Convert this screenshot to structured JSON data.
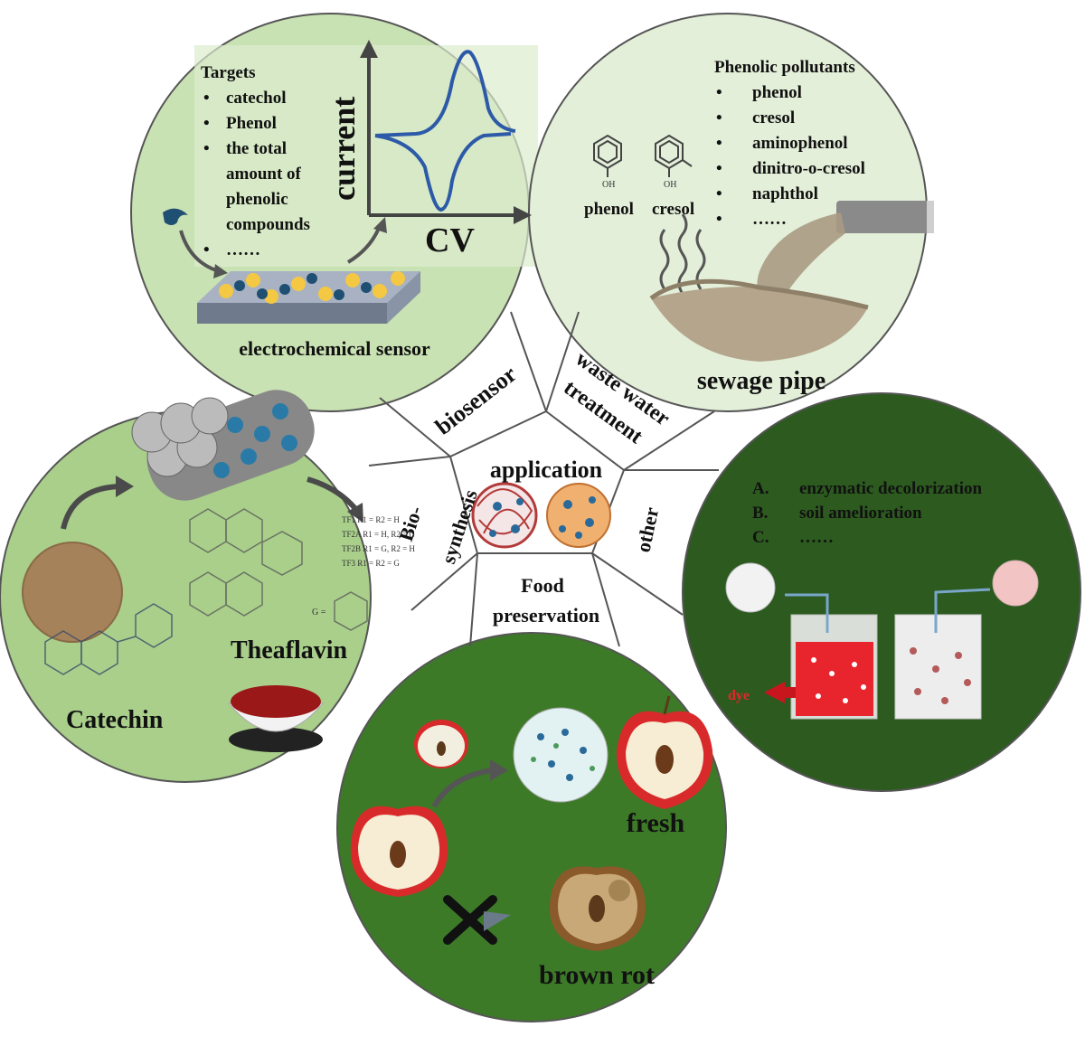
{
  "center": {
    "label": "application"
  },
  "sectors": {
    "biosensor": "biosensor",
    "waste_line1": "waste water",
    "waste_line2": "treatment",
    "bio_line1": "Bio-",
    "bio_line2": "synthesis",
    "other": "other",
    "food_line1": "Food",
    "food_line2": "preservation"
  },
  "biosensor_panel": {
    "targets_title": "Targets",
    "targets": [
      "catechol",
      "Phenol",
      "the total",
      "amount of",
      "phenolic",
      "compounds",
      "……"
    ],
    "bullet": "•",
    "y_axis_label": "current",
    "x_axis_label": "CV",
    "caption": "electrochemical sensor"
  },
  "wastewater_panel": {
    "title": "Phenolic pollutants",
    "items": [
      "phenol",
      "cresol",
      "aminophenol",
      "dinitro-o-cresol",
      "naphthol",
      "……"
    ],
    "bullet": "•",
    "phenol_label": "phenol",
    "cresol_label": "cresol",
    "oh": "OH",
    "caption": "sewage pipe"
  },
  "biosynthesis_panel": {
    "theaflavin_label": "Theaflavin",
    "catechin_label": "Catechin",
    "table": [
      "TF1    R1 = R2 = H",
      "TF2A   R1 = H, R2 = G",
      "TF2B   R1 = G, R2 = H",
      "TF3    R1 = R2 = G"
    ],
    "g_label": "G ="
  },
  "other_panel": {
    "items": [
      {
        "letter": "A.",
        "text": "enzymatic decolorization"
      },
      {
        "letter": "B.",
        "text": "soil amelioration"
      },
      {
        "letter": "C.",
        "text": "……"
      }
    ],
    "dye_label": "dye"
  },
  "food_panel": {
    "fresh_label": "fresh",
    "rot_label": "brown rot"
  },
  "colors": {
    "light_green": "#d4e8c6",
    "mid_green": "#a9cf8b",
    "dark_green": "#3a6e24",
    "darkest_green": "#2c5a1f",
    "cv_blue": "#2d5aa8",
    "dye_red": "#e8242c"
  }
}
